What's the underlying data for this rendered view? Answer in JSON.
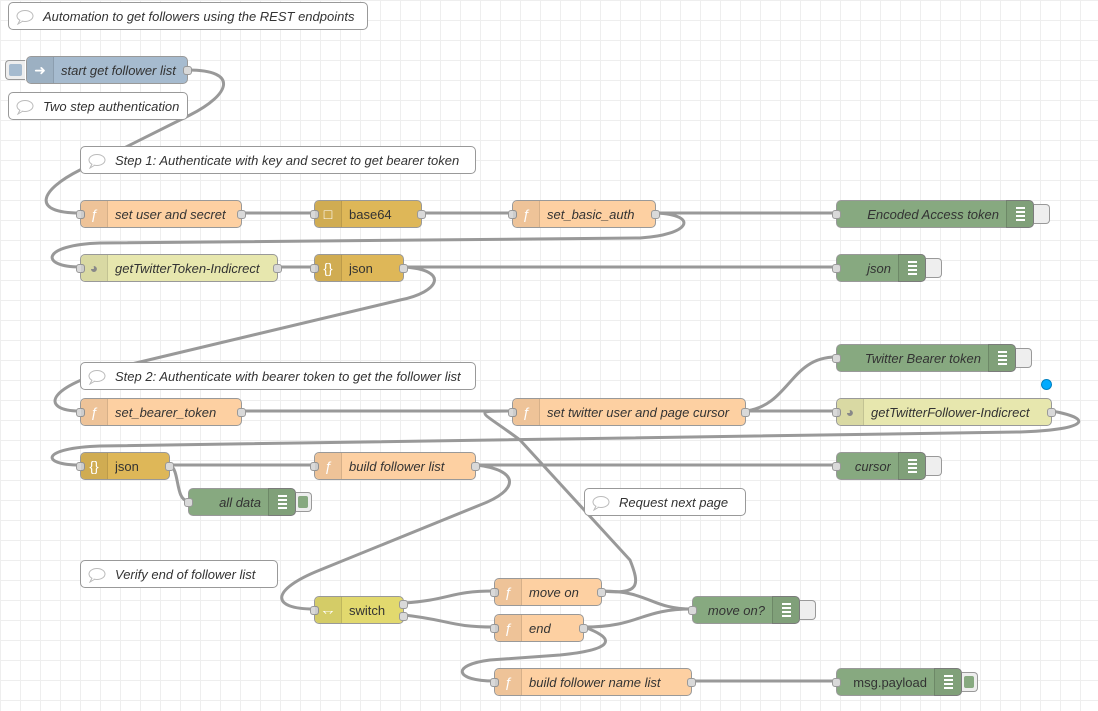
{
  "comments": {
    "title": "Automation to get followers using the REST endpoints",
    "two_step": "Two step authentication",
    "step1": "Step 1: Authenticate with key and secret to get bearer token",
    "step2": "Step 2: Authenticate with bearer token to get the follower list",
    "request_next": "Request next page",
    "verify_end": "Verify end of follower list"
  },
  "nodes": {
    "start_get_follower_list": "start get follower list",
    "set_user_and_secret": "set user and secret",
    "base64": "base64",
    "set_basic_auth": "set_basic_auth",
    "encoded_access_token": "Encoded Access token",
    "get_twitter_token": "getTwitterToken-Indicrect",
    "json_1": "json",
    "json_debug": "json",
    "twitter_bearer_token": "Twitter Bearer token",
    "set_bearer_token": "set_bearer_token",
    "set_twitter_user": "set twitter user and page cursor",
    "get_twitter_follower": "getTwitterFollower-Indicrect",
    "json_2": "json",
    "build_follower_list": "build follower list",
    "cursor": "cursor",
    "all_data": "all data",
    "switch": "switch",
    "move_on": "move on",
    "end": "end",
    "move_on_q": "move on?",
    "build_follower_name_list": "build follower name list",
    "msg_payload": "msg.payload"
  },
  "icons": {
    "function": "function-icon",
    "base64": "base64-icon",
    "json": "json-icon",
    "http": "http-globe-icon",
    "switch": "switch-icon",
    "inject": "inject-arrow-icon",
    "comment": "comment-bubble-icon",
    "debug": "debug-list-icon"
  },
  "colors": {
    "function": "#fdd0a2",
    "storage": "#deb758",
    "http": "#e7e7ae",
    "debug": "#87a980",
    "switch": "#e2d96e",
    "inject": "#a6bbcf",
    "wire": "#999999",
    "status": "#00aaff"
  }
}
